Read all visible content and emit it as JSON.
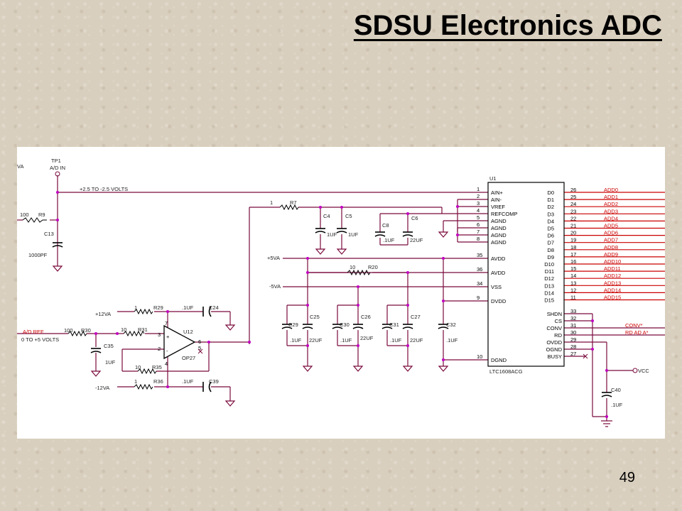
{
  "slide": {
    "title": "SDSU Electronics ADC",
    "page_number": "49"
  },
  "schematic": {
    "ic": {
      "ref": "U1",
      "part": "LTC1608ACG",
      "left_pins": [
        {
          "num": "1",
          "name": "AIN+"
        },
        {
          "num": "2",
          "name": "AIN-"
        },
        {
          "num": "3",
          "name": "VREF"
        },
        {
          "num": "4",
          "name": "REFCOMP"
        },
        {
          "num": "5",
          "name": "AGND"
        },
        {
          "num": "6",
          "name": "AGND"
        },
        {
          "num": "7",
          "name": "AGND"
        },
        {
          "num": "8",
          "name": "AGND"
        },
        {
          "num": "35",
          "name": "AVDD"
        },
        {
          "num": "36",
          "name": "AVDD"
        },
        {
          "num": "34",
          "name": "VSS"
        },
        {
          "num": "9",
          "name": "DVDD"
        },
        {
          "num": "10",
          "name": "DGND"
        }
      ],
      "data_pins": [
        {
          "num": "26",
          "name": "D0",
          "net": "ADD0"
        },
        {
          "num": "25",
          "name": "D1",
          "net": "ADD1"
        },
        {
          "num": "24",
          "name": "D2",
          "net": "ADD2"
        },
        {
          "num": "23",
          "name": "D3",
          "net": "ADD3"
        },
        {
          "num": "22",
          "name": "D4",
          "net": "ADD4"
        },
        {
          "num": "21",
          "name": "D5",
          "net": "ADD5"
        },
        {
          "num": "20",
          "name": "D6",
          "net": "ADD6"
        },
        {
          "num": "19",
          "name": "D7",
          "net": "ADD7"
        },
        {
          "num": "18",
          "name": "D8",
          "net": "ADD8"
        },
        {
          "num": "17",
          "name": "D9",
          "net": "ADD9"
        },
        {
          "num": "16",
          "name": "D10",
          "net": "ADD10"
        },
        {
          "num": "15",
          "name": "D11",
          "net": "ADD11"
        },
        {
          "num": "14",
          "name": "D12",
          "net": "ADD12"
        },
        {
          "num": "13",
          "name": "D13",
          "net": "ADD13"
        },
        {
          "num": "12",
          "name": "D14",
          "net": "ADD14"
        },
        {
          "num": "11",
          "name": "D15",
          "net": "ADD15"
        }
      ],
      "ctrl_pins": [
        {
          "num": "33",
          "name": "SHDN"
        },
        {
          "num": "32",
          "name": "CS"
        },
        {
          "num": "31",
          "name": "CONV"
        },
        {
          "num": "30",
          "name": "RD"
        },
        {
          "num": "29",
          "name": "OVDD"
        },
        {
          "num": "28",
          "name": "OGND"
        },
        {
          "num": "27",
          "name": "BUSY"
        }
      ]
    },
    "nets": {
      "conv": "CONV*",
      "rd": "RD AD A*",
      "vcc": "VCC",
      "ad_ref": "A/D REF",
      "range_0_5": "0 TO +5 VOLTS",
      "range_pm": "+2.5 TO -2.5 VOLTS",
      "va": "VA",
      "tp": "TP1",
      "tp_label": "A/D IN",
      "p5va": "+5VA",
      "m5va": "-5VA",
      "p12va": "+12VA",
      "m12va": "-12VA"
    },
    "parts": {
      "r9": {
        "ref": "R9",
        "value": "100"
      },
      "r7": {
        "ref": "R7",
        "value": "1"
      },
      "r20": {
        "ref": "R20",
        "value": "10"
      },
      "r29": {
        "ref": "R29",
        "value": "1"
      },
      "r30": {
        "ref": "R30",
        "value": "100"
      },
      "r31": {
        "ref": "R31",
        "value": "10"
      },
      "r35": {
        "ref": "R35",
        "value": "10"
      },
      "r36": {
        "ref": "R36",
        "value": "1"
      },
      "c13": {
        "ref": "C13",
        "value": "1000PF"
      },
      "c4": {
        "ref": "C4",
        "value": "1UF"
      },
      "c5": {
        "ref": "C5",
        "value": "1UF"
      },
      "c8": {
        "ref": "C8",
        "value": ".1UF"
      },
      "c6": {
        "ref": "C6",
        "value": "22UF"
      },
      "c24": {
        "ref": "C24",
        "value": ".1UF"
      },
      "c39": {
        "ref": "C39",
        "value": ".1UF"
      },
      "c35": {
        "ref": "C35",
        "value": "1UF"
      },
      "c29": {
        "ref": "C29",
        "value": ".1UF"
      },
      "c25": {
        "ref": "C25",
        "value": "22UF"
      },
      "c30": {
        "ref": "C30",
        "value": ".1UF"
      },
      "c26": {
        "ref": "C26",
        "value": "22UF"
      },
      "c31": {
        "ref": "C31",
        "value": ".1UF"
      },
      "c27": {
        "ref": "C27",
        "value": "22UF"
      },
      "c32": {
        "ref": "C32",
        "value": ".1UF"
      },
      "c40": {
        "ref": "C40",
        "value": ".1UF"
      },
      "u12": {
        "ref": "U12",
        "part": "OP27"
      }
    },
    "colors": {
      "wire": "#7a0a3c",
      "net_label": "#cc0000",
      "junction": "#c000c0",
      "part": "#000000"
    }
  }
}
